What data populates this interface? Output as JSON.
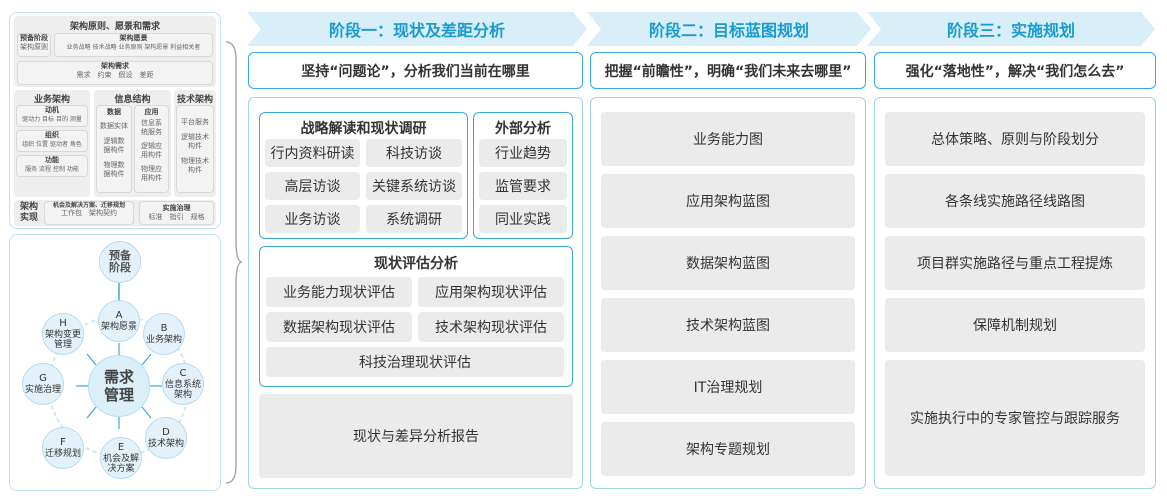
{
  "left": {
    "principles": {
      "title": "架构原则、愿景和需求",
      "prelim": {
        "title": "预备阶段",
        "text": "架构原则"
      },
      "vision": {
        "title": "架构愿景",
        "text": "业务战略 技术战略 业务原则 架构愿景 利益相关者"
      },
      "req": {
        "title": "架构需求",
        "text": "需求　约束　假设　差距"
      }
    },
    "business": {
      "title": "业务架构",
      "items": [
        {
          "title": "动机",
          "text": "驱动力 目标 目的 测量"
        },
        {
          "title": "组织",
          "text": "组织 位置 驱动者 角色"
        },
        {
          "title": "功能",
          "text": "服务 流程 控制 功能"
        }
      ]
    },
    "info": {
      "title": "信息结构",
      "data": {
        "title": "数据",
        "items": [
          "数据实体",
          "逻辑数据构件",
          "物理数据构件"
        ]
      },
      "app": {
        "title": "应用",
        "items": [
          "信息系统服务",
          "逻辑应用构件",
          "物理应用构件"
        ]
      }
    },
    "tech": {
      "title": "技术架构",
      "items": [
        "平台服务",
        "逻辑技术构件",
        "物理技术构件"
      ]
    },
    "impl": {
      "title": "架构实现",
      "opp": {
        "title": "机会及解决方案、迁移规划",
        "text": "工作包　架构契约"
      },
      "gov": {
        "title": "实施治理",
        "text": "标准　指引　规格"
      }
    },
    "cycle": {
      "center": "需求管理",
      "prelim": "预备阶段",
      "nodes": [
        {
          "letter": "A",
          "label": "架构愿景"
        },
        {
          "letter": "B",
          "label": "业务架构"
        },
        {
          "letter": "C",
          "label": "信息系统架构"
        },
        {
          "letter": "D",
          "label": "技术架构"
        },
        {
          "letter": "E",
          "label": "机会及解决方案"
        },
        {
          "letter": "F",
          "label": "迁移规划"
        },
        {
          "letter": "G",
          "label": "实施治理"
        },
        {
          "letter": "H",
          "label": "架构变更管理"
        }
      ]
    }
  },
  "stages": [
    {
      "title": "阶段一：现状及差距分析",
      "subtitle": "坚持“问题论”，分析我们当前在哪里",
      "strategy": {
        "title": "战略解读和现状调研",
        "items": [
          "行内资料研读",
          "科技访谈",
          "高层访谈",
          "关键系统访谈",
          "业务访谈",
          "系统调研"
        ]
      },
      "external": {
        "title": "外部分析",
        "items": [
          "行业趋势",
          "监管要求",
          "同业实践"
        ]
      },
      "assessment": {
        "title": "现状评估分析",
        "items": [
          "业务能力现状评估",
          "应用架构现状评估",
          "数据架构现状评估",
          "技术架构现状评估",
          "科技治理现状评估"
        ]
      },
      "report": "现状与差异分析报告"
    },
    {
      "title": "阶段二：目标蓝图规划",
      "subtitle": "把握“前瞻性”，明确“我们未来去哪里”",
      "items": [
        "业务能力图",
        "应用架构蓝图",
        "数据架构蓝图",
        "技术架构蓝图",
        "IT治理规划",
        "架构专题规划"
      ]
    },
    {
      "title": "阶段三：实施规划",
      "subtitle": "强化“落地性”，解决“我们怎么去”",
      "items": [
        "总体策略、原则与阶段划分",
        "各条线实施路径线路图",
        "项目群实施路径与重点工程提炼",
        "保障机制规划",
        "实施执行中的专家管控与跟踪服务"
      ]
    }
  ],
  "colors": {
    "accent": "#1a9bd0",
    "border": "#3aa9dd",
    "header_bg": "#d8eef8",
    "item_bg": "#ebebeb"
  }
}
